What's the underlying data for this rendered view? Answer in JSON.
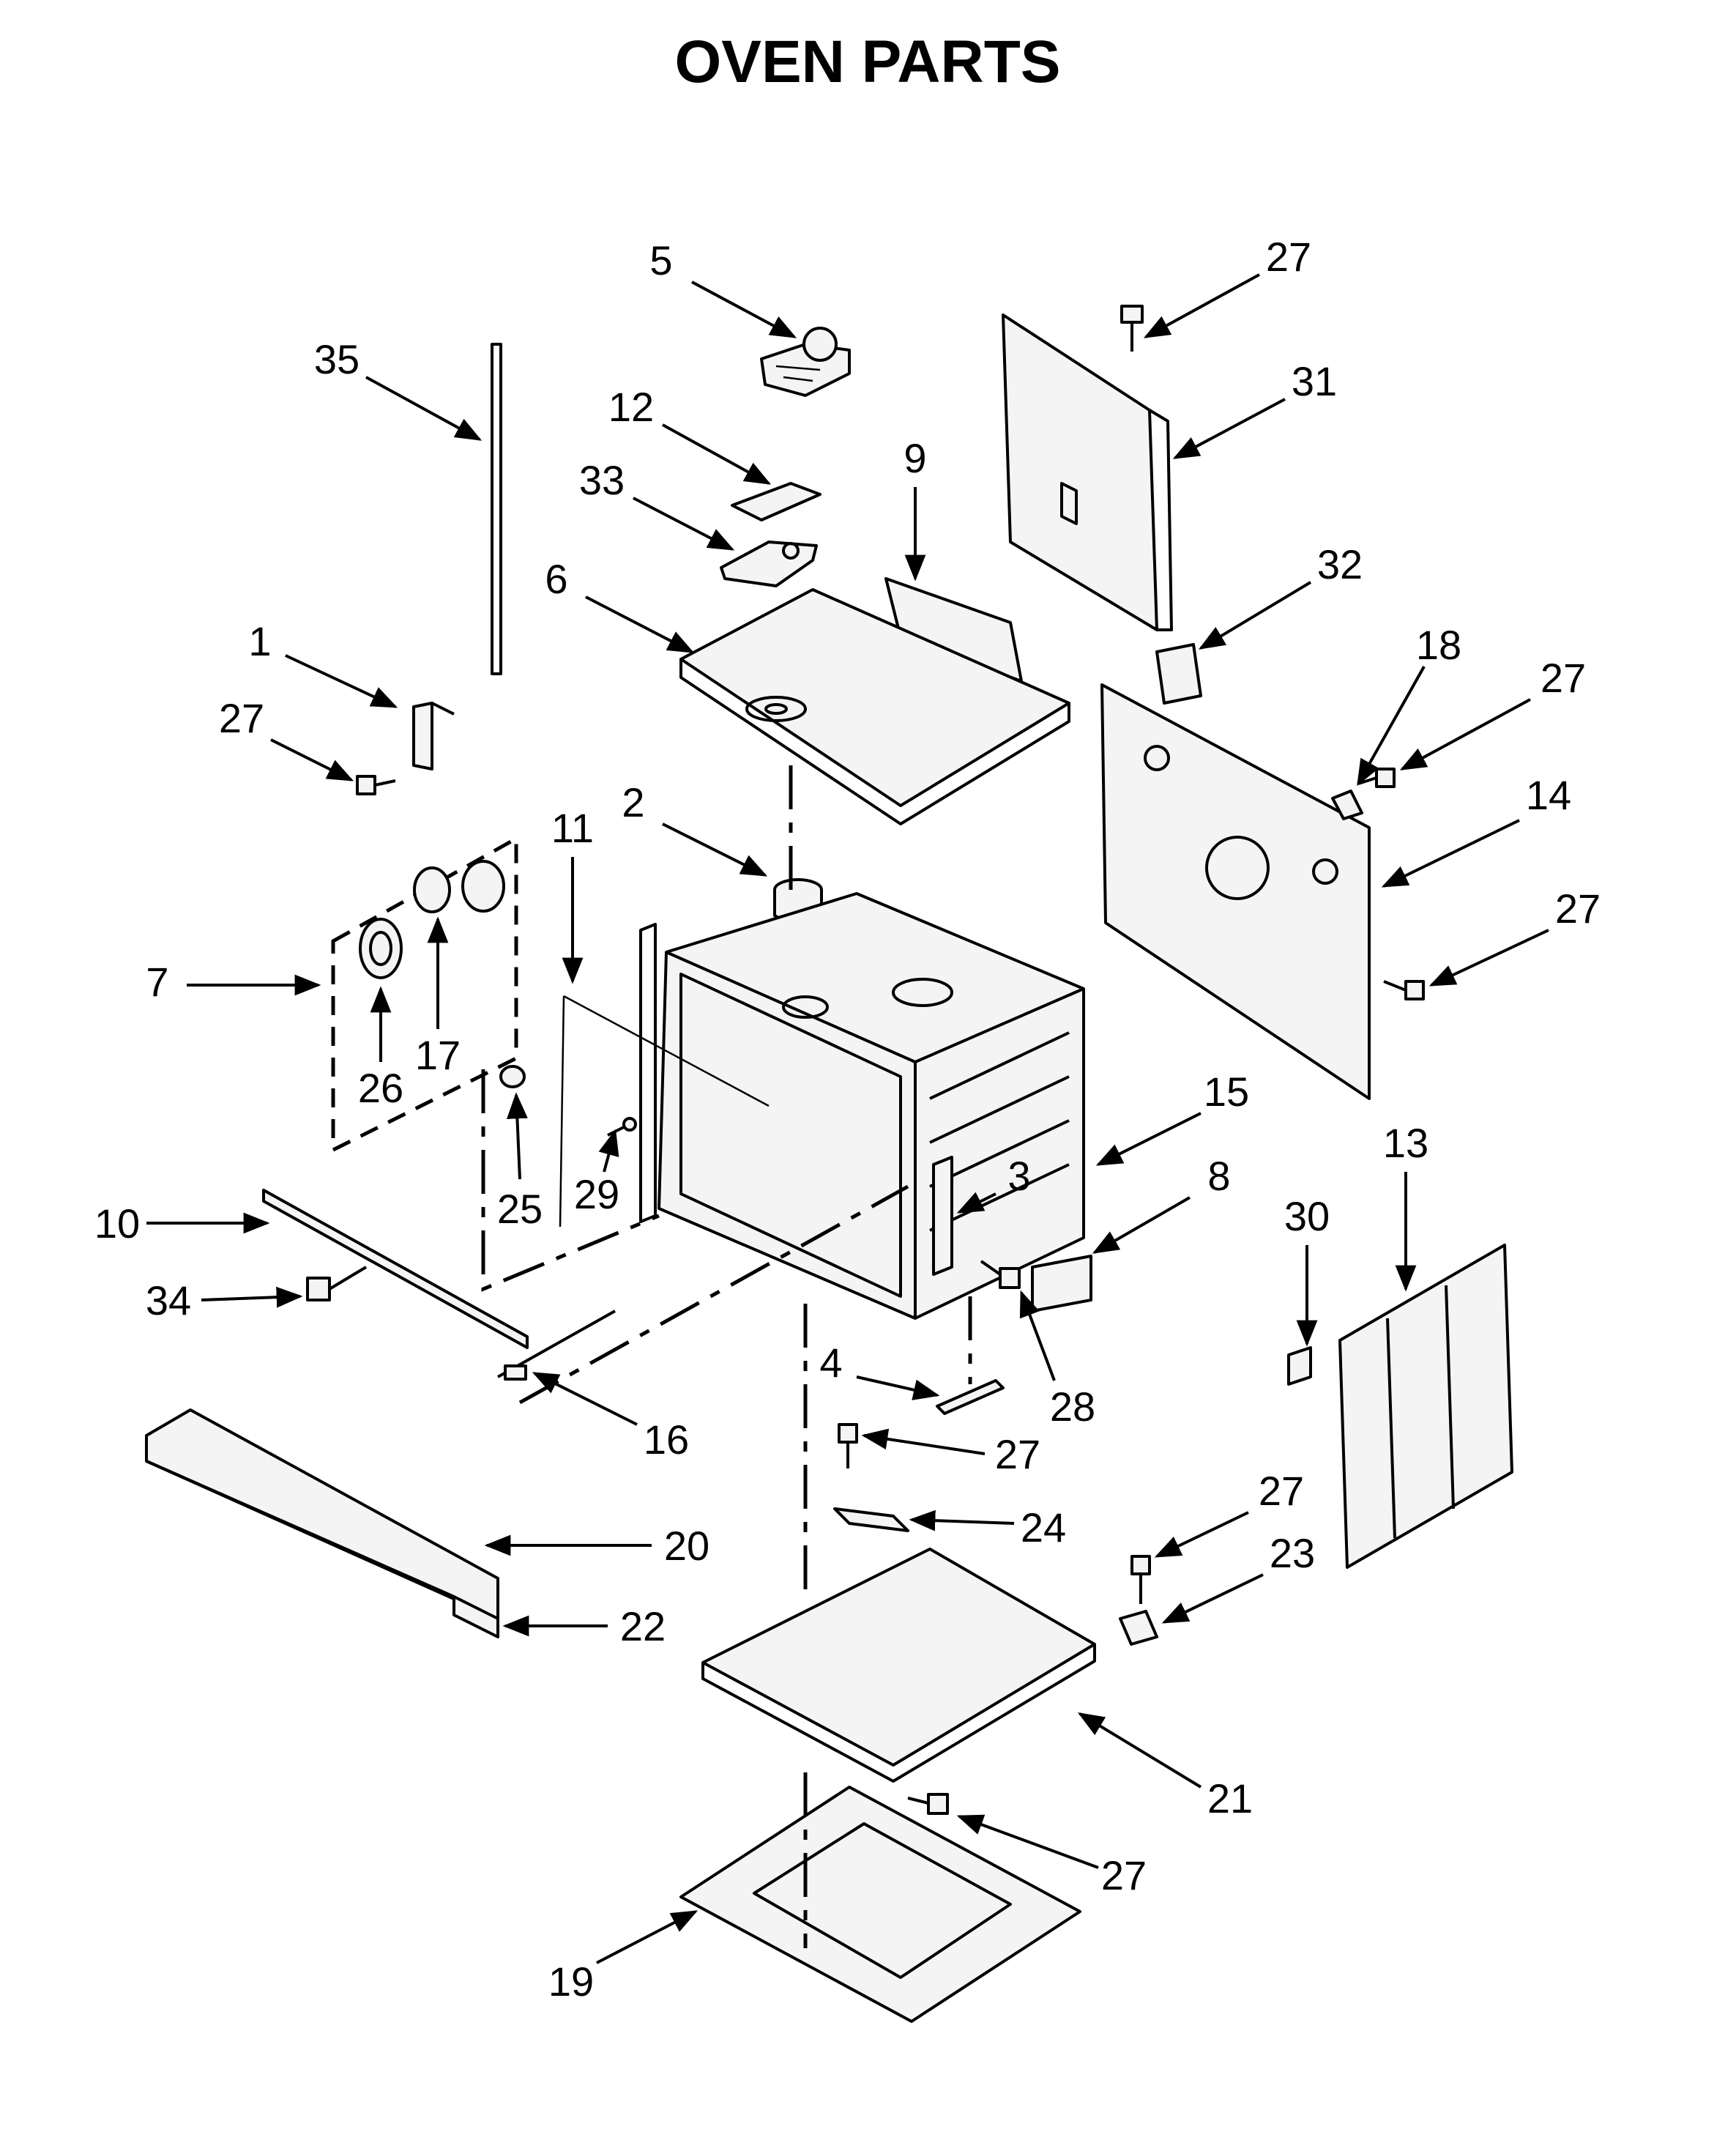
{
  "title": "OVEN PARTS",
  "callouts": [
    {
      "id": "c35",
      "label": "35"
    },
    {
      "id": "c5",
      "label": "5"
    },
    {
      "id": "c27a",
      "label": "27"
    },
    {
      "id": "c31",
      "label": "31"
    },
    {
      "id": "c12",
      "label": "12"
    },
    {
      "id": "c33",
      "label": "33"
    },
    {
      "id": "c9",
      "label": "9"
    },
    {
      "id": "c6",
      "label": "6"
    },
    {
      "id": "c32",
      "label": "32"
    },
    {
      "id": "c1",
      "label": "1"
    },
    {
      "id": "c18",
      "label": "18"
    },
    {
      "id": "c27b",
      "label": "27"
    },
    {
      "id": "c27c",
      "label": "27"
    },
    {
      "id": "c2",
      "label": "2"
    },
    {
      "id": "c11",
      "label": "11"
    },
    {
      "id": "c14",
      "label": "14"
    },
    {
      "id": "c7",
      "label": "7"
    },
    {
      "id": "c27d",
      "label": "27"
    },
    {
      "id": "c26",
      "label": "26"
    },
    {
      "id": "c17",
      "label": "17"
    },
    {
      "id": "c15",
      "label": "15"
    },
    {
      "id": "c13",
      "label": "13"
    },
    {
      "id": "c3",
      "label": "3"
    },
    {
      "id": "c8",
      "label": "8"
    },
    {
      "id": "c25",
      "label": "25"
    },
    {
      "id": "c29",
      "label": "29"
    },
    {
      "id": "c30",
      "label": "30"
    },
    {
      "id": "c10",
      "label": "10"
    },
    {
      "id": "c34",
      "label": "34"
    },
    {
      "id": "c4",
      "label": "4"
    },
    {
      "id": "c28",
      "label": "28"
    },
    {
      "id": "c16",
      "label": "16"
    },
    {
      "id": "c27e",
      "label": "27"
    },
    {
      "id": "c24",
      "label": "24"
    },
    {
      "id": "c20",
      "label": "20"
    },
    {
      "id": "c27f",
      "label": "27"
    },
    {
      "id": "c23",
      "label": "23"
    },
    {
      "id": "c22",
      "label": "22"
    },
    {
      "id": "c21",
      "label": "21"
    },
    {
      "id": "c27g",
      "label": "27"
    },
    {
      "id": "c19",
      "label": "19"
    }
  ]
}
